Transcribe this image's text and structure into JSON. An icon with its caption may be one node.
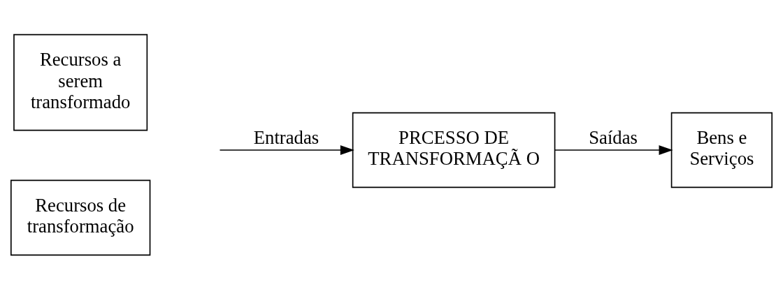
{
  "diagram": {
    "nodes": [
      {
        "text": [
          "Recursos a serem transformado"
        ]
      },
      {
        "text": [
          "PRCESSO DE TRANSFORMAÇÃ O"
        ]
      },
      {
        "text": [
          "Bens e Serviços"
        ]
      },
      {
        "text": [
          "Recursos de transformação"
        ]
      }
    ],
    "edges": [
      {
        "from": null,
        "to": 1,
        "arrow": "to",
        "label": "Entradas"
      },
      {
        "from": 1,
        "to": 2,
        "arrow": "to",
        "label": "Saídas"
      }
    ]
  }
}
